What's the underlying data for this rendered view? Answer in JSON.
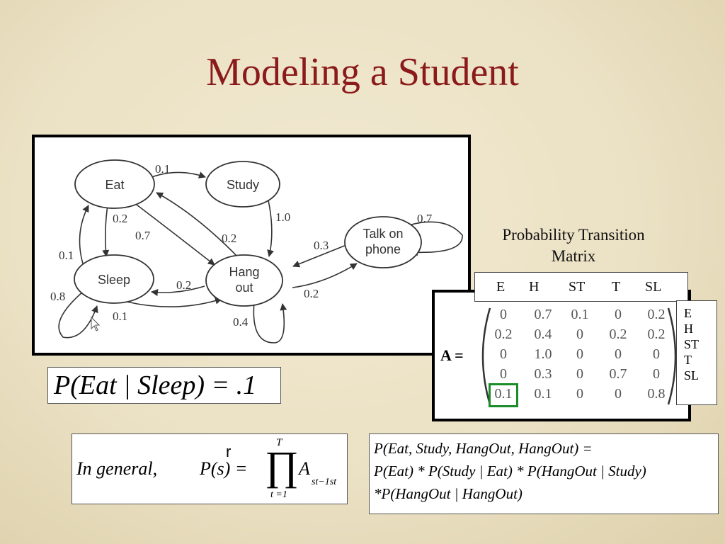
{
  "slide": {
    "title": "Modeling a Student"
  },
  "diagram": {
    "nodes": [
      {
        "id": "eat",
        "label": "Eat"
      },
      {
        "id": "study",
        "label": "Study"
      },
      {
        "id": "sleep",
        "label": "Sleep"
      },
      {
        "id": "hang",
        "label_lines": [
          "Hang",
          "out"
        ]
      },
      {
        "id": "talk",
        "label_lines": [
          "Talk on",
          "phone"
        ]
      }
    ],
    "edges": [
      {
        "from": "eat",
        "to": "study",
        "label": "0.1"
      },
      {
        "from": "eat",
        "to": "sleep",
        "label": "0.2"
      },
      {
        "from": "eat",
        "to": "hang",
        "label": "0.7"
      },
      {
        "from": "study",
        "to": "hang",
        "label": "1.0"
      },
      {
        "from": "hang",
        "to": "eat",
        "label": "0.2"
      },
      {
        "from": "sleep",
        "to": "eat",
        "label": "0.1"
      },
      {
        "from": "sleep",
        "to": "sleep",
        "label": "0.8"
      },
      {
        "from": "sleep",
        "to": "hang",
        "label": "0.1"
      },
      {
        "from": "hang",
        "to": "sleep",
        "label": "0.2"
      },
      {
        "from": "hang",
        "to": "hang",
        "label": "0.4"
      },
      {
        "from": "hang",
        "to": "talk",
        "label": "0.2"
      },
      {
        "from": "talk",
        "to": "hang",
        "label": "0.3"
      },
      {
        "from": "talk",
        "to": "talk",
        "label": "0.7"
      }
    ]
  },
  "equation_simple": {
    "text": "P(Eat | Sleep) = .1"
  },
  "matrix": {
    "caption_line1": "Probability Transition",
    "caption_line2": "Matrix",
    "symbol": "A =",
    "col_labels": [
      "E",
      "H",
      "ST",
      "T",
      "SL"
    ],
    "row_labels": [
      "E",
      "H",
      "ST",
      "T",
      "SL"
    ],
    "values": [
      [
        "0",
        "0.7",
        "0.1",
        "0",
        "0.2"
      ],
      [
        "0.2",
        "0.4",
        "0",
        "0.2",
        "0.2"
      ],
      [
        "0",
        "1.0",
        "0",
        "0",
        "0"
      ],
      [
        "0",
        "0.3",
        "0",
        "0.7",
        "0"
      ],
      [
        "0.1",
        "0.1",
        "0",
        "0",
        "0.8"
      ]
    ],
    "highlighted_cell": {
      "row": 4,
      "col": 0
    },
    "highlight_color": "#1a8c2a"
  },
  "equation_general": {
    "prefix": "In general,",
    "lhs": "P(s) =",
    "vector_mark": "r",
    "product_upper": "T",
    "product_lower": "t =1",
    "term": "A",
    "subscript": "st−1st"
  },
  "equation_chain": {
    "line1": "P(Eat, Study, HangOut, HangOut) =",
    "line2": "P(Eat) * P(Study | Eat) * P(HangOut | Study)",
    "line3": "*P(HangOut | HangOut)"
  },
  "colors": {
    "title": "#8b1a1a",
    "highlight": "#1a8c2a"
  }
}
